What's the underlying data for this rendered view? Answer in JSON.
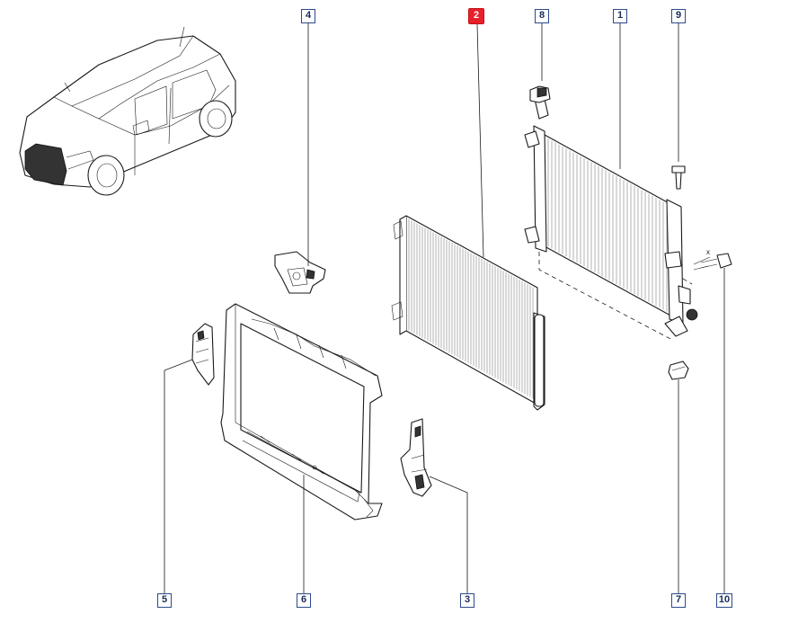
{
  "diagram": {
    "selected_part": "2",
    "callouts": [
      {
        "id": "c4",
        "label": "4"
      },
      {
        "id": "c2",
        "label": "2"
      },
      {
        "id": "c8",
        "label": "8"
      },
      {
        "id": "c1",
        "label": "1"
      },
      {
        "id": "c9",
        "label": "9"
      },
      {
        "id": "c5",
        "label": "5"
      },
      {
        "id": "c6",
        "label": "6"
      },
      {
        "id": "c3",
        "label": "3"
      },
      {
        "id": "c7",
        "label": "7"
      },
      {
        "id": "c10",
        "label": "10"
      }
    ],
    "dimension_mark": "x"
  }
}
